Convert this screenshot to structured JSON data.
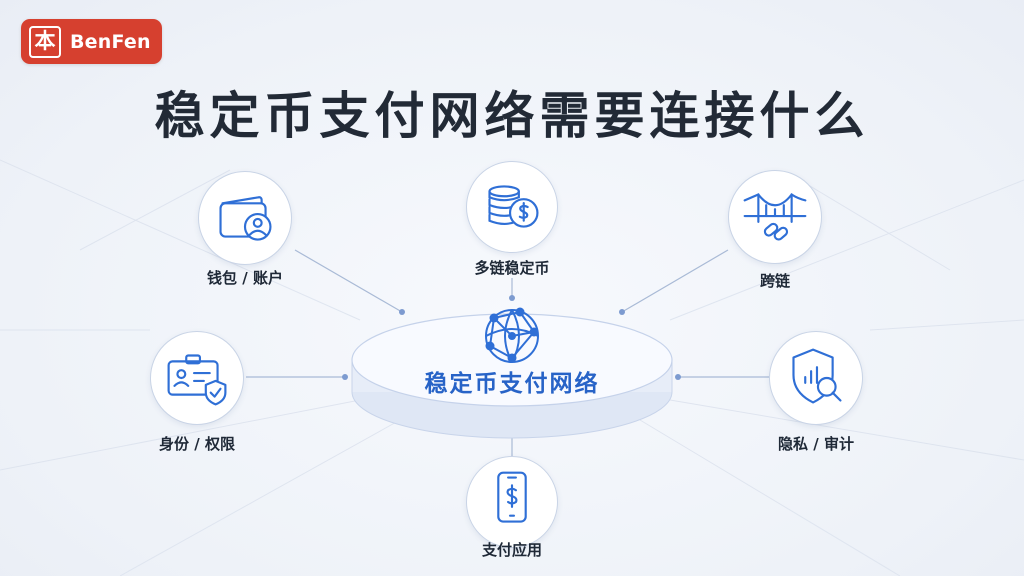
{
  "logo": {
    "seal_char": "本",
    "name": "BenFen"
  },
  "title": "稳定币支付网络需要连接什么",
  "center": {
    "label": "稳定币支付网络",
    "icon": "network-globe-icon"
  },
  "nodes": {
    "wallet": {
      "label": "钱包 / 账户",
      "icon": "wallet-user-icon"
    },
    "stablecoin": {
      "label": "多链稳定币",
      "icon": "coins-dollar-icon"
    },
    "crosschain": {
      "label": "跨链",
      "icon": "bridge-link-icon"
    },
    "identity": {
      "label": "身份 / 权限",
      "icon": "id-card-shield-icon"
    },
    "privacy": {
      "label": "隐私 / 审计",
      "icon": "shield-magnifier-icon"
    },
    "payment": {
      "label": "支付应用",
      "icon": "phone-dollar-icon"
    }
  },
  "colors": {
    "brand": "#d6402f",
    "accent": "#2763c7",
    "icon_stroke": "#2f6fd6",
    "line": "#a9bad6"
  }
}
